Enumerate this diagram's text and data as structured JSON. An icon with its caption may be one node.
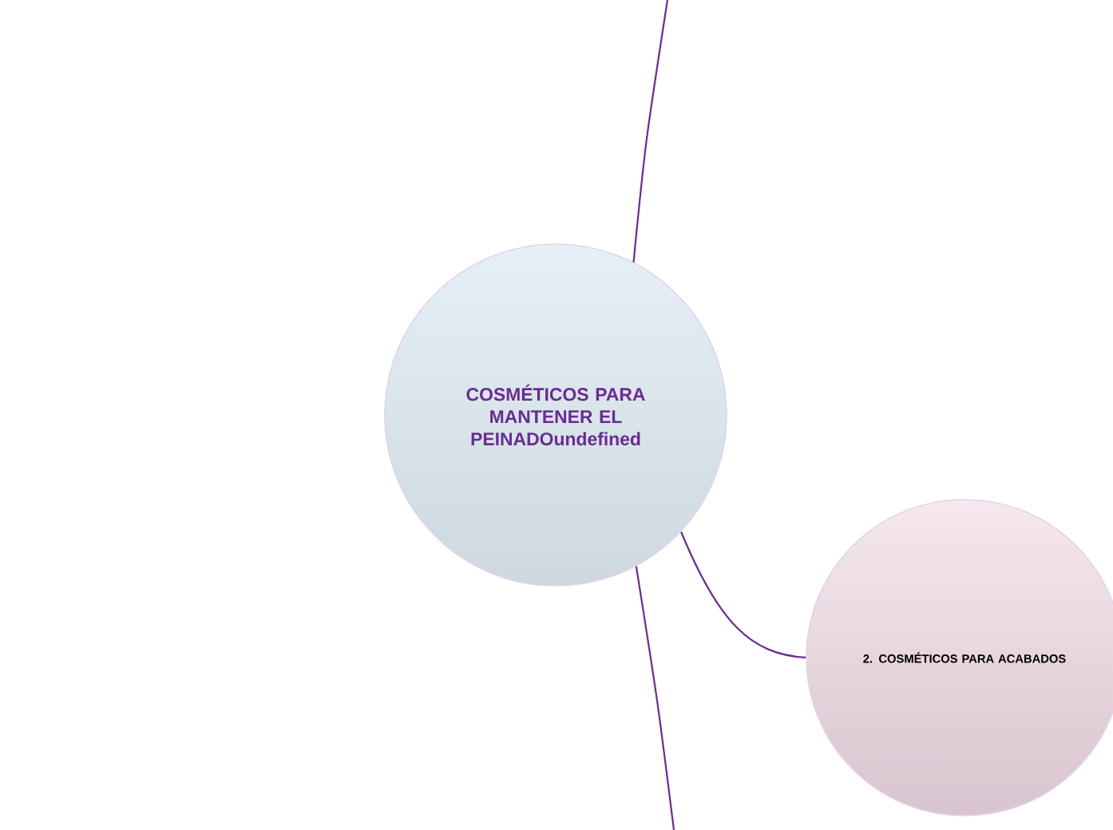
{
  "diagram": {
    "nodes": [
      {
        "text": [
          "COSMÉTICOS PARA MANTENER EL PEINADOundefined"
        ]
      },
      {
        "text": [
          "2. COSMÉTICOS PARA ACABADOS"
        ]
      }
    ],
    "edges": [
      {
        "from": 0,
        "to": null,
        "arrow": "none"
      },
      {
        "from": 0,
        "to": 1,
        "arrow": "none"
      },
      {
        "from": 0,
        "to": null,
        "arrow": "none"
      }
    ]
  }
}
